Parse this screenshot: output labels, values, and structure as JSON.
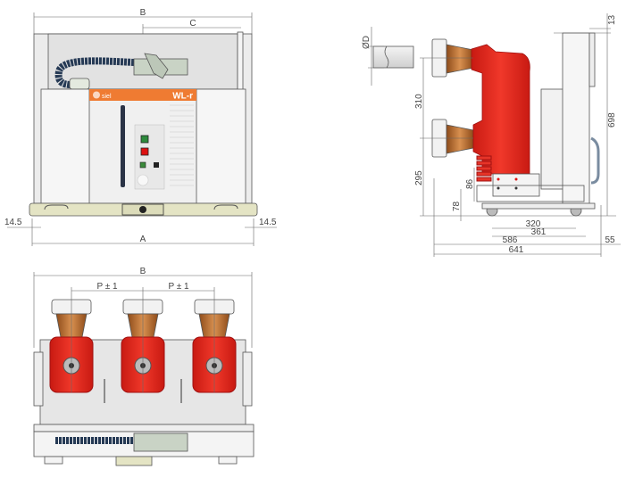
{
  "front_view": {
    "dim_b": "B",
    "dim_c": "C",
    "dim_a": "A",
    "dim_left_offset": "14.5",
    "dim_right_offset": "14.5",
    "brand_logo": "siel",
    "model_label": "WL-r"
  },
  "side_view": {
    "dim_diameter": "ØD",
    "dim_top": "13",
    "dim_height": "698",
    "dim_bushing_spacing": "310",
    "dim_lower_bushing": "295",
    "dim_86": "86",
    "dim_78": "78",
    "dim_320": "320",
    "dim_361": "361",
    "dim_586": "586",
    "dim_55": "55",
    "dim_641": "641"
  },
  "top_view": {
    "dim_b": "B",
    "dim_pitch_left": "P ± 1",
    "dim_pitch_right": "P ± 1"
  },
  "colors": {
    "red_pole": "#e2251c",
    "copper": "#b86a2a",
    "orange_band": "#ef7b32",
    "base_rail": "#e4e4c4",
    "panel_grey": "#e6e6e6"
  }
}
